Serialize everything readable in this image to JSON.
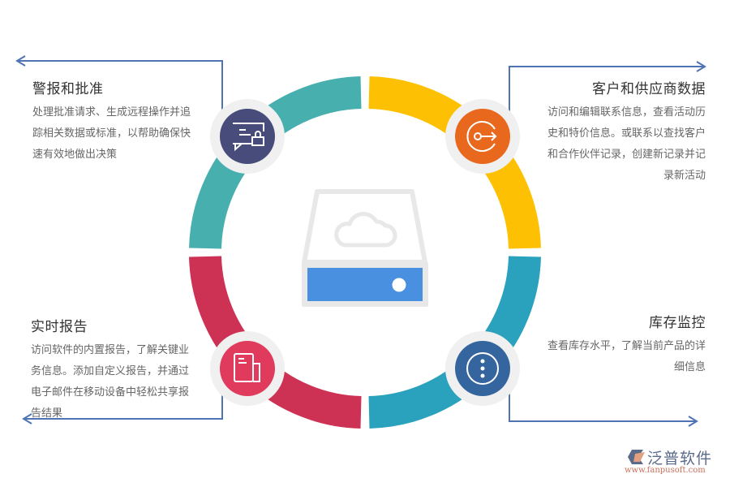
{
  "diagram": {
    "center_icon": "cloud-storage-drive-icon",
    "ring_colors": {
      "top_left": "#48AFAF",
      "top_right": "#FDC003",
      "bottom_left": "#CD3154",
      "bottom_right": "#2BA2BD"
    },
    "connector_color": "#4F74B3",
    "drive_colors": {
      "outline": "#E8E8E8",
      "bar": "#4A90E0",
      "led": "#FFFFFF"
    }
  },
  "sections": [
    {
      "id": "alerts",
      "title": "警报和批准",
      "description": "处理批准请求、生成远程操作并追踪相关数据或标准，以帮助确保快速有效地做出决策",
      "lines": [
        "处理批准请求、生成远程操作并追",
        "踪相关数据或标准，以帮助确保快",
        "速有效地做出决策"
      ],
      "icon": "chat-lock-icon",
      "icon_color": "#474C7A"
    },
    {
      "id": "customers",
      "title": "客户和供应商数据",
      "description": "访问和编辑联系信息，查看活动历史和特价信息。或联系以查找客户和合作伙伴记录，创建新记录并记录新活动",
      "lines": [
        "访问和编辑联系信息，查看活动历",
        "史和特价信息。或联系以查找客户",
        "和合作伙伴记录，创建新记录并记",
        "录新活动"
      ],
      "icon": "key-exit-icon",
      "icon_color": "#E8681E"
    },
    {
      "id": "reports",
      "title": "实时报告",
      "description": "访问软件的内置报告，了解关键业务信息。添加自定义报告，并通过电子邮件在移动设备中轻松共享报告结果",
      "lines": [
        "访问软件的内置报告，了解关键业",
        "务信息。添加自定义报告，并通过",
        "电子邮件在移动设备中轻松共享报",
        "告结果"
      ],
      "icon": "document-icon",
      "icon_color": "#E03A5C"
    },
    {
      "id": "inventory",
      "title": "库存监控",
      "description": "查看库存水平，了解当前产品的详细信息",
      "lines": [
        "查看库存水平，了解当前产品的详",
        "细信息"
      ],
      "icon": "more-options-icon",
      "icon_color": "#35659E"
    }
  ],
  "logo": {
    "name": "泛普软件",
    "url": "www.fanpusoft.com"
  }
}
